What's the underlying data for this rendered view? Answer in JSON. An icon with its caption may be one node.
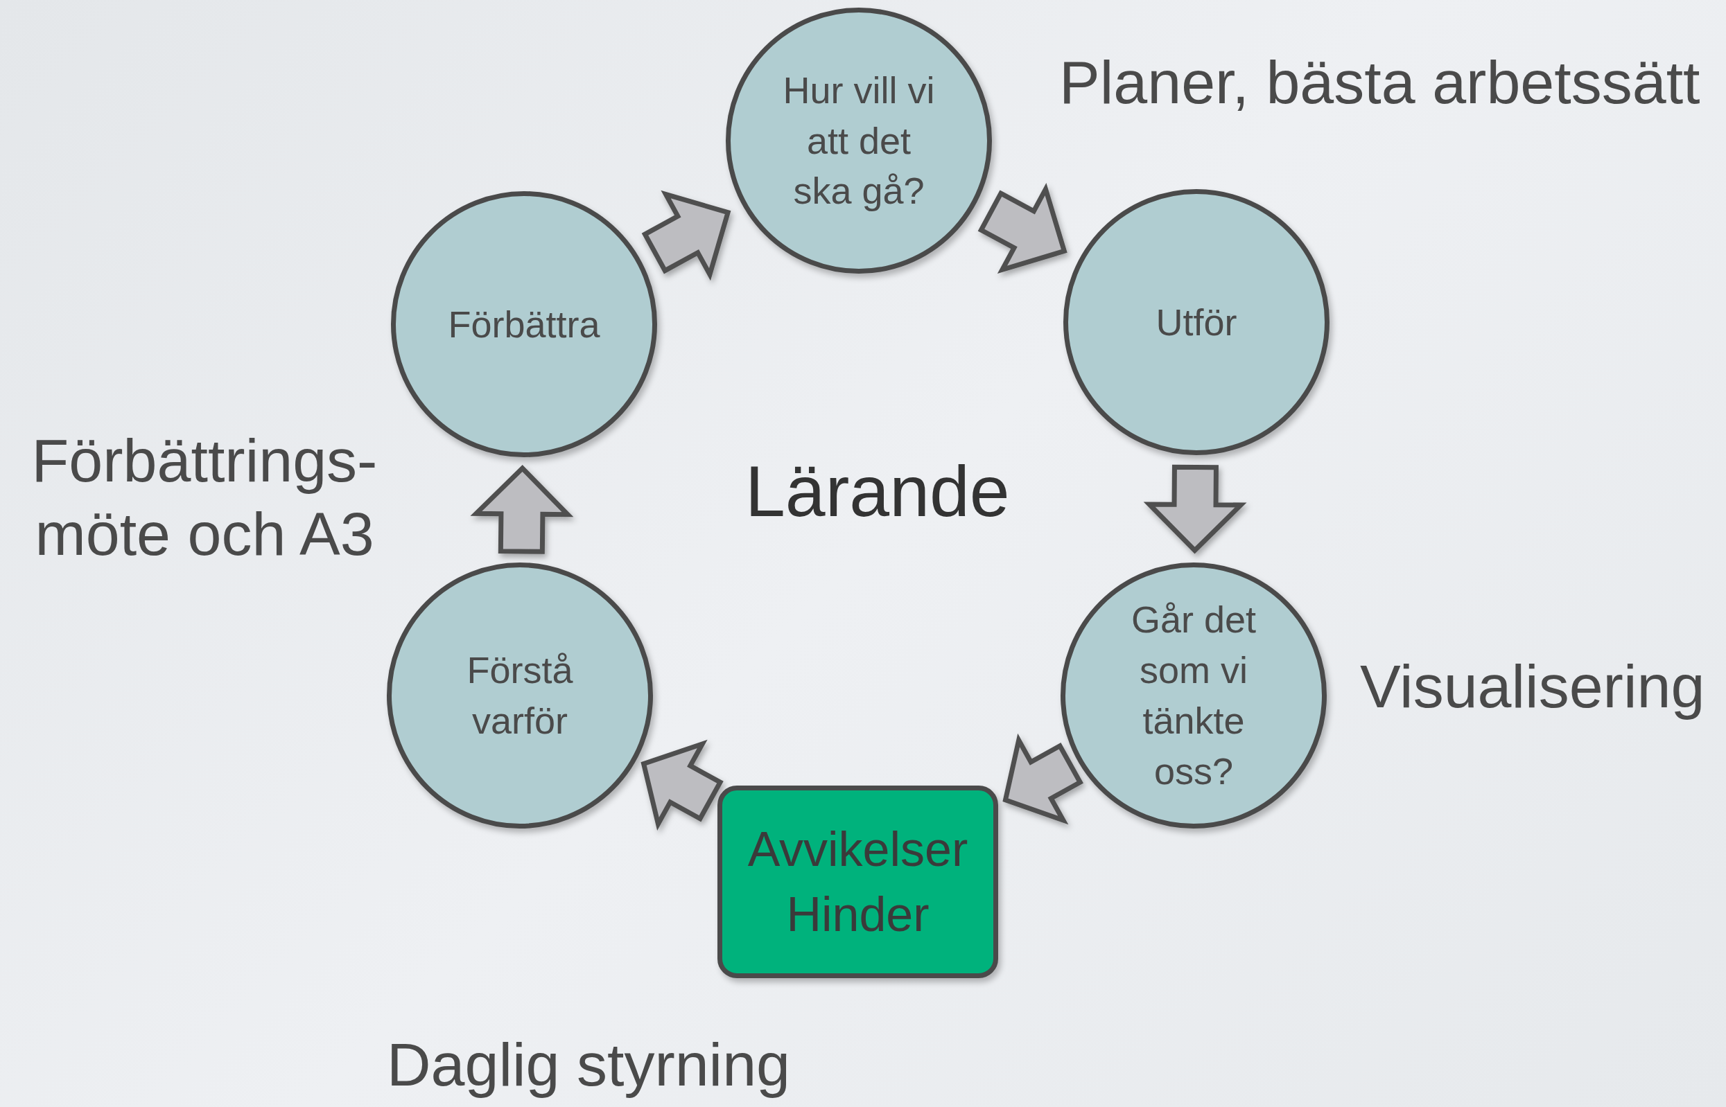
{
  "diagram": {
    "nodes": [
      {
        "text": [
          "Hur vill vi att det ska gå?"
        ]
      },
      {
        "text": [
          "Utför"
        ]
      },
      {
        "text": [
          "Går det som vi tänkte oss?"
        ]
      },
      {
        "text": [
          "Avvikelser Hinder"
        ]
      },
      {
        "text": [
          "Förstå varför"
        ]
      },
      {
        "text": [
          "Förbättra"
        ]
      }
    ],
    "edges": [
      {
        "from": 0,
        "to": 1,
        "arrow": "to"
      },
      {
        "from": 1,
        "to": 2,
        "arrow": "to"
      },
      {
        "from": 2,
        "to": 3,
        "arrow": "to"
      },
      {
        "from": 3,
        "to": 4,
        "arrow": "to"
      },
      {
        "from": 4,
        "to": 5,
        "arrow": "to"
      },
      {
        "from": 5,
        "to": 0,
        "arrow": "to"
      }
    ],
    "labels": [
      "Planer, bästa arbetssätt",
      "Lärande",
      "Förbättrings- möte och A3",
      "Visualisering",
      "Daglig styrning"
    ]
  }
}
